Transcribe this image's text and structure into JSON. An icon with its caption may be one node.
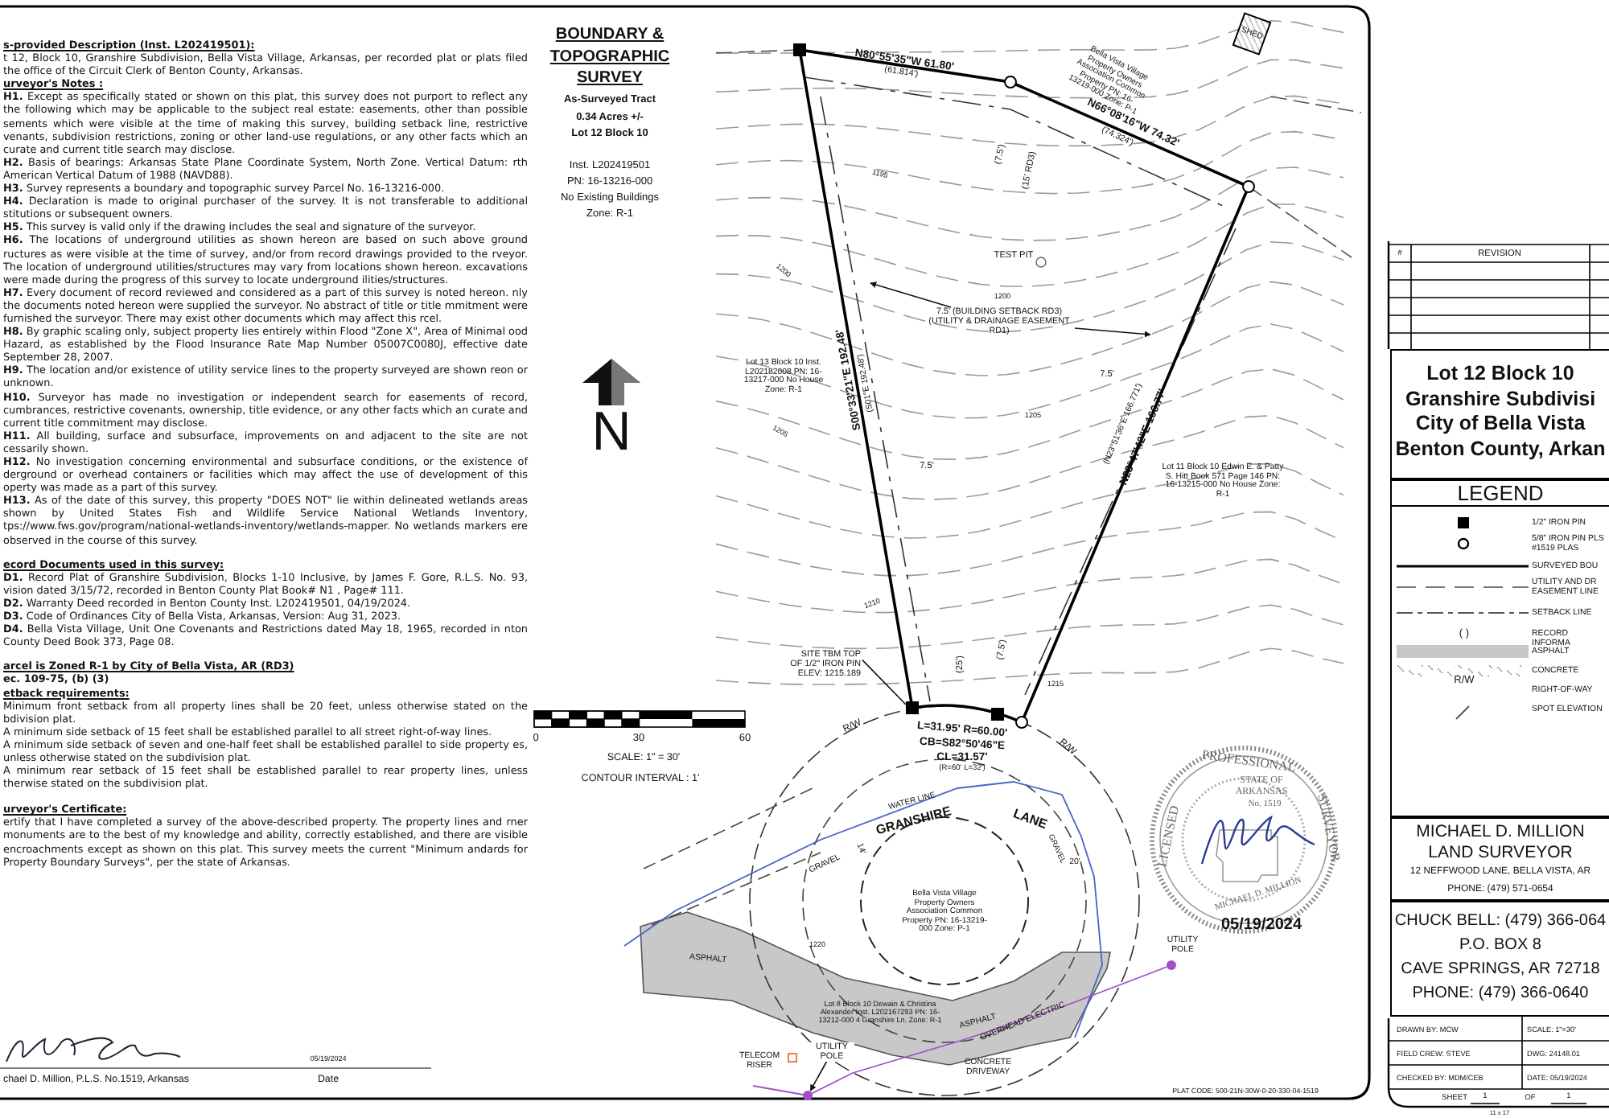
{
  "diagram": {
    "title": "BOUNDARY & TOPOGRAPHIC SURVEY",
    "nodes": [
      {
        "text": [
          "SHED"
        ]
      },
      {
        "text": [
          "7.5' (BUILDING SETBACK RD3)",
          "(UTILITY & DRAINAGE EASEMENT RD1)"
        ]
      },
      {
        "text": [
          "SITE TBM TOP OF 1/2\" IRON PIN ELEV: 1215.189"
        ]
      },
      {
        "text": [],
        "shape": "box"
      },
      {
        "text": [
          "UTILITY POLE"
        ]
      },
      {
        "text": [],
        "shape": "circle"
      },
      {
        "text": [
          "Lot 12 Block 10 Granshire Subdivisi City of Bella Vista Benton County, Arkan"
        ]
      },
      {
        "text": [
          "LEGEND"
        ]
      },
      {
        "text": [
          "MICHAEL D. MILLION LAND SURVEYOR",
          "12 NEFFWOOD LANE, BELLA VISTA, AR",
          "PHONE: (479) 571-0654"
        ]
      },
      {
        "text": [
          "CHUCK BELL: (479) 366-064",
          "P.O. BOX 8",
          "CAVE SPRINGS, AR 72718",
          "PHONE: (479) 366-0640"
        ]
      }
    ],
    "edges": [
      {
        "from": 1,
        "to": null,
        "arrow": "to"
      },
      {
        "from": 1,
        "to": null,
        "arrow": "to"
      },
      {
        "from": 2,
        "to": 3,
        "arrow": "none"
      },
      {
        "from": 4,
        "to": 5,
        "arrow": "to"
      }
    ],
    "labels": [
      "s-provided Description (Inst. L202419501):",
      "t 12, Block 10, Granshire Subdivision, Bella Vista Village, Arkansas, per recorded plat or plats filed the office of the Circuit Clerk of Benton County, Arkansas.",
      "urveyor's Notes :",
      "**H1.** Except as specifically stated or shown on this plat, this survey does not purport to reflect any the following which may be applicable to the subject real estate: easements, other than possible sements which were visible at the time of making this survey, building setback line, restrictive venants, subdivision restrictions, zoning or other land-use regulations, or any other facts which an curate and current title search may disclose.",
      "**H2.** Basis of bearings: Arkansas State Plane Coordinate System, North Zone. Vertical Datum: rth American Vertical Datum of 1988 (NAVD88).",
      "**H3.** Survey represents a boundary and topographic survey Parcel No. 16-13216-000.",
      "**H4.** Declaration is made to original purchaser of the survey. It is not transferable to additional stitutions or subsequent owners.",
      "**H5.** This survey is valid only if the drawing includes the seal and signature of the surveyor.",
      "**H6.** The locations of underground utilities as shown hereon are based on such above ground ructures as were visible at the time of survey, and/or from record drawings provided to the rveyor. The location of underground utilities/structures may vary from locations shown hereon. excavations were made during the progress of this survey to locate underground ilities/structures.",
      "**H7.** Every document of record reviewed and considered as a part of this survey is noted hereon. nly the documents noted hereon were supplied the surveyor. No abstract of title or title mmitment were furnished the surveyor. There may exist other documents which may affect this rcel.",
      "**H8.** By graphic scaling only, subject property lies entirely within Flood \"Zone X\", Area of Minimal ood Hazard, as established by the Flood Insurance Rate Map Number 05007C0080J, effective date September 28, 2007.",
      "**H9.** The location and/or existence of utility service lines to the property surveyed are shown reon or unknown.",
      "**H10.** Surveyor has made no investigation or independent search for easements of record, cumbrances, restrictive covenants, ownership, title evidence, or any other facts which an curate and current title commitment may disclose.",
      "**H11.** All building, surface and subsurface, improvements on and adjacent to the site are not cessarily shown.",
      "**H12.** No investigation concerning environmental and subsurface conditions, or the existence of derground or overhead containers or facilities which may affect the use of development of this operty was made as a part of this survey.",
      "**H13.** As of the date of this survey, this property \"DOES NOT\" lie within delineated wetlands areas shown by United States Fish and Wildlife Service National Wetlands Inventory, tps://www.fws.gov/program/national-wetlands-inventory/wetlands-mapper. No wetlands markers ere observed in the course of this survey.",
      "ecord Documents used in this survey:",
      "**D1.** Record Plat of Granshire Subdivision, Blocks 1-10 Inclusive, by James F. Gore, R.L.S. No. 93, vision dated 3/15/72, recorded in Benton County Plat Book# N1 , Page# 111.",
      "**D2.** Warranty Deed recorded in Benton County Inst. L202419501, 04/19/2024.",
      "**D3.** Code of Ordinances City of Bella Vista, Arkansas, Version: Aug 31, 2023.",
      "**D4.** Bella Vista Village, Unit One Covenants and Restrictions dated May 18, 1965, recorded in nton County Deed Book 373, Page 08.",
      "arcel is Zoned R-1 by City of Bella Vista, AR (RD3)",
      "ec. 109-75, (b) (3)",
      "etback requirements:",
      "Minimum front setback from all property lines shall be 20 feet, unless otherwise stated on the bdivision plat.",
      "A minimum side setback of 15 feet shall be established parallel to all street right-of-way lines.",
      "A minimum side setback of seven and one-half feet shall be established parallel to side property es, unless otherwise stated on the subdivision plat.",
      "A minimum rear setback of 15 feet shall be established parallel to rear property lines, unless therwise stated on the subdivision plat.",
      "urveyor's Certificate:",
      "ertify that I have completed a survey of the above-described property. The property lines and rner monuments are to the best of my knowledge and ability, correctly established, and there are visible encroachments except as shown on this plat. This survey meets the current \"Minimum andards for Property Boundary Surveys\", per the state of Arkansas.",
      "05/19/2024",
      "chael D. Million, P.L.S. No.1519, Arkansas",
      "Date",
      "As-Surveyed Tract",
      "0.34 Acres +/-",
      "Lot 12 Block 10",
      "Inst. L202419501",
      "PN: 16-13216-000",
      "No Existing Buildings",
      "Zone: R-1",
      "N",
      "0",
      "30",
      "60",
      "SCALE: 1\" = 30'",
      "CONTOUR INTERVAL : 1'",
      "N80°55'35\"W 61.80'",
      "(61.814')",
      "Bella Vista Village Property Owners Association Common Property PN: 16-13219-000 Zone: P-1",
      "N66°08'16\"W 74.32'",
      "(74.324')",
      "(7.5')",
      "(15' RD3)",
      "1195",
      "1200",
      "1200",
      "1205",
      "1205",
      "1210",
      "1215",
      "1220",
      "TEST PIT",
      "7.5'",
      "Lot 13 Block 10 Inst. L202182008 PN: 16-13217-000 No House Zone: R-1",
      "S00°33'21\"E 192.48'",
      "(S01°E 192.48')",
      "7.5'",
      "N23°47'42\"E 166.77'",
      "(N23°51'36\"E 166.771')",
      "Lot 11 Block 10 Edwin E. & Patty S. Hitt Book 571 Page 146 PN: 16-13215-000 No House Zone: R-1",
      "(25')",
      "(7.5')",
      "R/W",
      "L=31.95' R=60.00'",
      "CB=S82°50'46\"E",
      "CL=31.57'",
      "(R=60' L=32')",
      "R/W",
      "WATER LINE",
      "GRANSHIRE",
      "LANE",
      "GRAVEL",
      "GRAVEL",
      "Bella Vista Village Property Owners Association Common Property PN: 16-13219-000 Zone: P-1",
      "ASPHALT",
      "Lot 8 Block 10 Dewain & Christina Alexander Inst. L202167293 PN: 16-13212-000 4 Granshire Ln. Zone: R-1",
      "ASPHALT",
      "OVERHEAD ELECTRIC",
      "UTILITY POLE",
      "TELECOM RISER",
      "CONCRETE DRIVEWAY",
      "LICENSED",
      "PROFESSIONAL",
      "SURVEYOR",
      "STATE OF ARKANSAS",
      "No. 1519",
      "MICHAEL D. MILLION",
      "05/19/2024",
      "PLAT CODE: 500-21N-30W-0-20-330-04-1519",
      "#",
      "REVISION",
      "( )",
      "R/W",
      "DRAWN BY: MCW",
      "SCALE: 1\"=30'",
      "FIELD CREW: STEVE",
      "DWG: 24148.01",
      "CHECKED BY: MDM/CEB",
      "DATE: 05/19/2024",
      "SHEET",
      "1",
      "OF",
      "1",
      "11 x 17",
      "14'",
      "20'"
    ],
    "legend": [
      {
        "text": "1/2\" IRON PIN"
      },
      {
        "text": "5/8\" IRON PIN PLS #1519 PLAS"
      },
      {
        "text": "SURVEYED BOU"
      },
      {
        "text": "UTILITY AND DR EASEMENT LINE"
      },
      {
        "text": "SETBACK LINE"
      },
      {
        "text": "RECORD INFORMA"
      },
      {
        "text": "ASPHALT",
        "color": "#c8c8c8"
      },
      {
        "text": "CONCRETE"
      },
      {
        "text": "RIGHT-OF-WAY"
      },
      {
        "text": "SPOT ELEVATION"
      }
    ]
  }
}
